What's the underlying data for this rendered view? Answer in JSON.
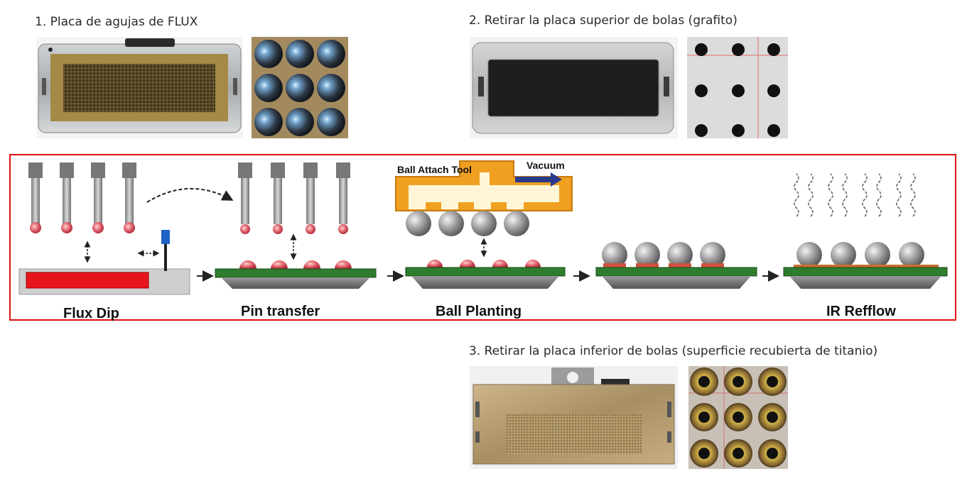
{
  "captions": {
    "step1": "1. Placa de agujas de FLUX",
    "step2": "2. Retirar la placa superior de bolas (grafito)",
    "step3": "3. Retirar la placa inferior de bolas (superficie recubierta de titanio)"
  },
  "process": {
    "stages": [
      "Flux Dip",
      "Pin transfer",
      "Ball Planting",
      "IR Refflow"
    ],
    "tool_label": "Ball Attach Tool",
    "vacuum_label": "Vacuum"
  },
  "colors": {
    "frame": "#e01010",
    "flux": "#e8141c",
    "substrate": "#2e7d2e",
    "tool": "#f0a020",
    "vacuum_arrow": "#2a3a8a"
  },
  "icons": [
    "dashed-curve-arrow-icon",
    "double-arrow-icon",
    "right-arrow-icon",
    "heat-wave-icon"
  ]
}
